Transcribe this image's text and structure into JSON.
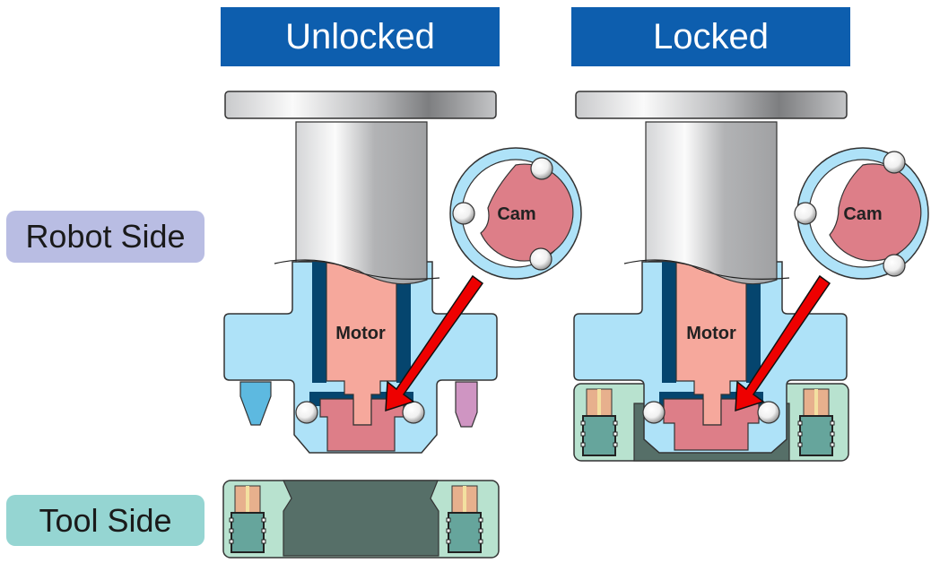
{
  "headers": {
    "unlocked": "Unlocked",
    "locked": "Locked"
  },
  "side_labels": {
    "robot": "Robot Side",
    "tool": "Tool Side"
  },
  "diagram_labels": {
    "motor": "Motor",
    "cam": "Cam"
  },
  "colors": {
    "header_bg": "#0d5eae",
    "robot_label_bg": "#b9bde3",
    "tool_label_bg": "#95d5d2",
    "body_light_blue": "#aee2f8",
    "motor": "#f6a89c",
    "piston": "#dd7e88",
    "arrow": "#ee0000",
    "tool_plate": "#566f68"
  }
}
